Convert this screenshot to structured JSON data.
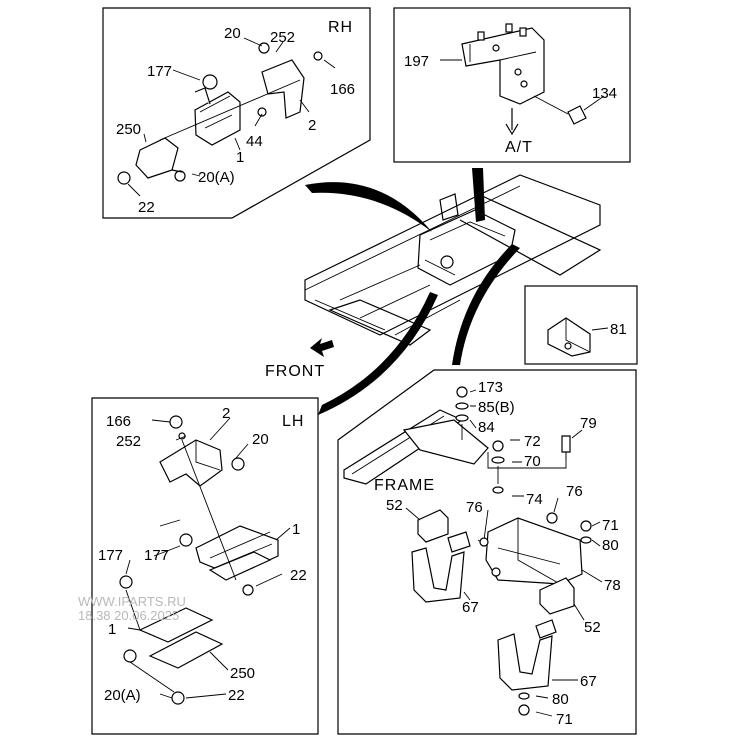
{
  "panels": {
    "rh": {
      "side": "RH",
      "labels": [
        "20",
        "252",
        "177",
        "166",
        "2",
        "250",
        "44",
        "1",
        "20(A)",
        "22"
      ]
    },
    "at": {
      "labels": [
        "197",
        "134"
      ],
      "note": "A/T"
    },
    "insert81": {
      "labels": [
        "81"
      ]
    },
    "lh": {
      "side": "LH",
      "labels": [
        "166",
        "2",
        "252",
        "20",
        "1",
        "177",
        "177",
        "22",
        "1",
        "250",
        "20(A)",
        "22"
      ]
    },
    "frame": {
      "title": "FRAME",
      "labels": [
        "173",
        "85(B)",
        "84",
        "79",
        "72",
        "70",
        "74",
        "76",
        "52",
        "76",
        "71",
        "80",
        "78",
        "52",
        "67",
        "67",
        "80",
        "71"
      ]
    }
  },
  "center": {
    "direction": "FRONT"
  },
  "watermark": {
    "site": "WWW.IPARTS.RU",
    "timestamp": "18.38 20.06.2025"
  }
}
